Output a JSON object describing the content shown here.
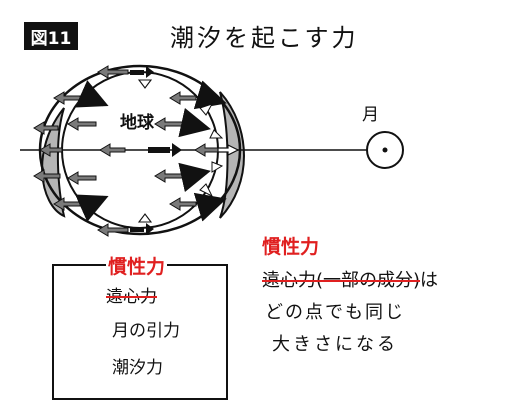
{
  "figure": {
    "badge": "図11",
    "title": "潮汐を起こす力"
  },
  "labels": {
    "earth": "地球",
    "moon": "月"
  },
  "legend": {
    "replacement_label": "慣性力",
    "items": [
      {
        "label": "遠心力",
        "struck": true,
        "arrow": "gray-filled"
      },
      {
        "label": "月の引力",
        "struck": false,
        "arrow": "black-filled"
      },
      {
        "label": "潮汐力",
        "struck": false,
        "arrow": "white-outline"
      }
    ]
  },
  "note": {
    "replacement_label": "慣性力",
    "struck_text": "遠心力(一部の成分)",
    "line1_suffix": "は",
    "line2": "どの点でも同じ",
    "line3": "大きさになる"
  },
  "colors": {
    "correction_red": "#e02020",
    "ink": "#111111",
    "tidal_bulge_gray": "#b5b5b5",
    "centrifugal_gray": "#7a7a7a"
  }
}
